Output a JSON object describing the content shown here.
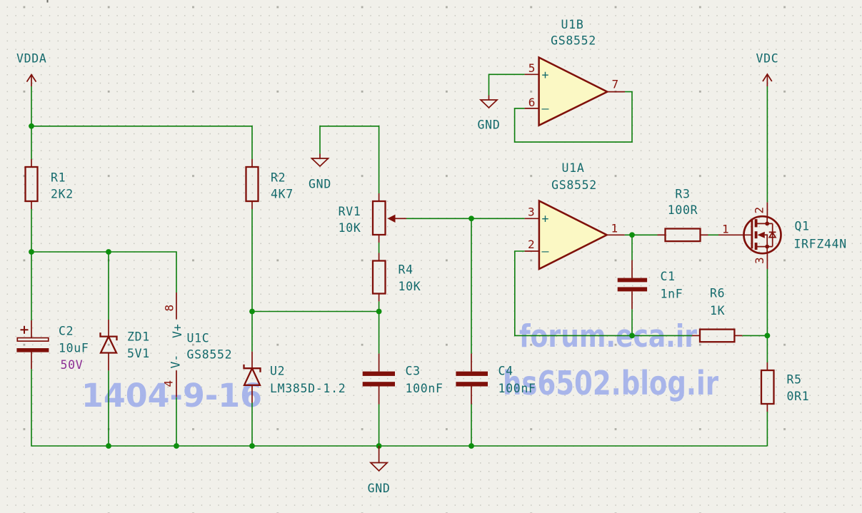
{
  "colors": {
    "background": "#F1F0EA",
    "grid_dot": "#C4C4BC",
    "grid_dot_major": "#ACACA4",
    "wire_green": "#0B7D0B",
    "junction_green": "#0E8F0E",
    "symbol_red": "#7F100A",
    "pin_number_red": "#8A130B",
    "field_teal": "#146A6C",
    "field_purple": "#8C2F94",
    "opamp_fill": "#FBF8C4",
    "watermark_blue": "#9FAEEA"
  },
  "power_labels": {
    "vdda": "VDDA",
    "vdc": "VDC",
    "gnd": "GND"
  },
  "components": {
    "R1": {
      "ref": "R1",
      "value": "2K2"
    },
    "R2": {
      "ref": "R2",
      "value": "4K7"
    },
    "R3": {
      "ref": "R3",
      "value": "100R"
    },
    "R4": {
      "ref": "R4",
      "value": "10K"
    },
    "R5": {
      "ref": "R5",
      "value": "0R1"
    },
    "R6": {
      "ref": "R6",
      "value": "1K"
    },
    "RV1": {
      "ref": "RV1",
      "value": "10K"
    },
    "C1": {
      "ref": "C1",
      "value": "1nF"
    },
    "C2": {
      "ref": "C2",
      "value": "10uF",
      "voltage": "50V",
      "plus": "+"
    },
    "C3": {
      "ref": "C3",
      "value": "100nF"
    },
    "C4": {
      "ref": "C4",
      "value": "100nF"
    },
    "ZD1": {
      "ref": "ZD1",
      "value": "5V1"
    },
    "U2": {
      "ref": "U2",
      "value": "LM385D-1.2"
    },
    "U1A": {
      "ref": "U1A",
      "value": "GS8552",
      "pin_noninv": "3",
      "pin_inv": "2",
      "pin_out": "1",
      "plus": "+",
      "minus": "–"
    },
    "U1B": {
      "ref": "U1B",
      "value": "GS8552",
      "pin_noninv": "5",
      "pin_inv": "6",
      "pin_out": "7",
      "plus": "+",
      "minus": "–"
    },
    "U1C": {
      "ref": "U1C",
      "value": "GS8552",
      "pin_vplus": "8",
      "pin_vminus": "4",
      "name_vplus": "V+",
      "name_vminus": "V-"
    },
    "Q1": {
      "ref": "Q1",
      "value": "IRFZ44N",
      "pin_gate": "1",
      "pin_drain": "2",
      "pin_source": "3"
    }
  },
  "watermarks": {
    "date": "1404-9-16",
    "site_top": "forum.eca.ir",
    "site_bottom": "hs6502.blog.ir"
  }
}
